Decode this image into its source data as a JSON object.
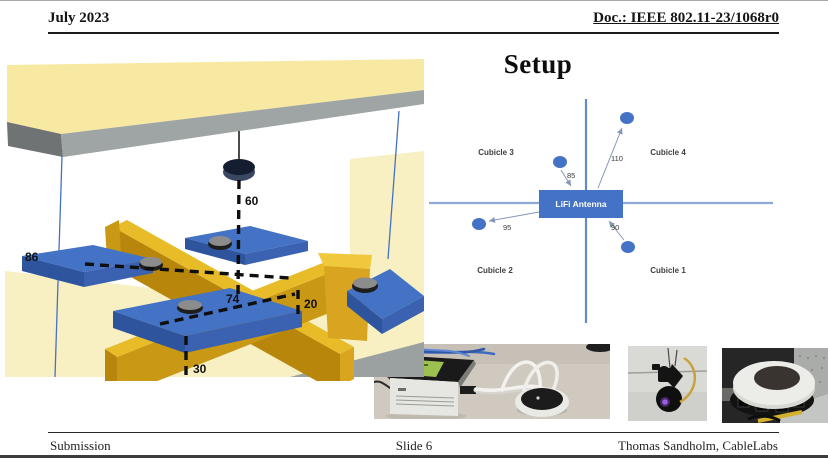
{
  "header": {
    "date": "July 2023",
    "doc_id": "Doc.: IEEE 802.11-23/1068r0"
  },
  "title": "Setup",
  "model": {
    "dim_drop": "60",
    "dim_left_table": "86",
    "dim_front_table": "74",
    "dim_right_height": "20",
    "dim_front_height": "30"
  },
  "diagram": {
    "antenna_label": "LiFi Antenna",
    "cubicles": [
      {
        "label": "Cubicle 3"
      },
      {
        "label": "Cubicle 4"
      },
      {
        "label": "Cubicle 2"
      },
      {
        "label": "Cubicle 1"
      }
    ],
    "distances": [
      {
        "label": "85"
      },
      {
        "label": "110"
      },
      {
        "label": "95"
      },
      {
        "label": "90"
      }
    ]
  },
  "colors": {
    "accent_blue": "#4472C4",
    "table_blue_dark": "#2E549E",
    "axis_vertical": "#6289CE",
    "axis_horizontal": "#8EA9D6",
    "gold": "#D9A521",
    "gold_bright": "#E8BC28",
    "gold_dark": "#B8860B",
    "pale_yellow": "#F8EFC3",
    "ceiling_yellow": "#F7E8A2"
  },
  "footer": {
    "left": "Submission",
    "center": "Slide 6",
    "right": "Thomas Sandholm, CableLabs"
  }
}
